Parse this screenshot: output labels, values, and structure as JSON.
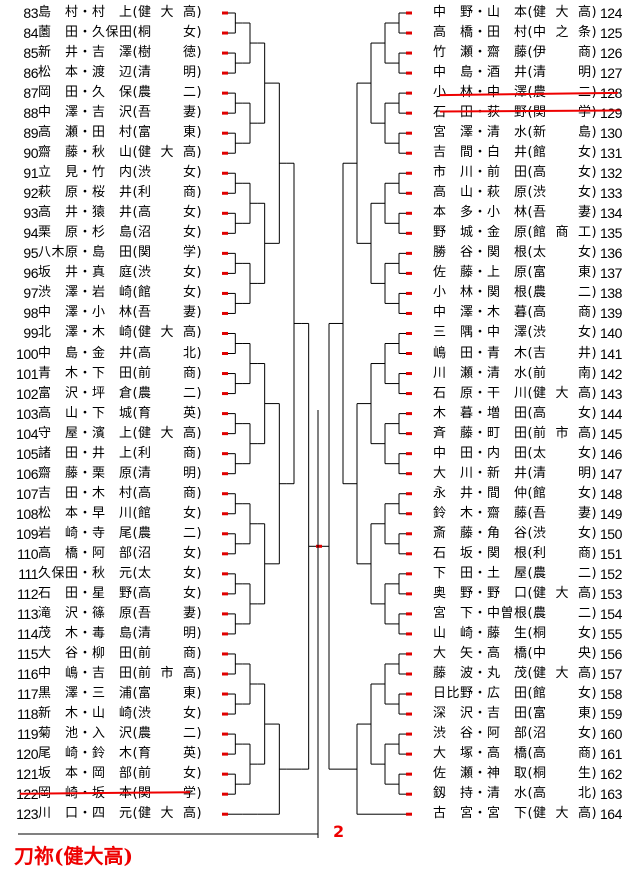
{
  "left_entries": [
    {
      "no": "83",
      "a": "島村",
      "b": "村上",
      "school": "健大高"
    },
    {
      "no": "84",
      "a": "薗田",
      "b": "久保田",
      "school": "桐女"
    },
    {
      "no": "85",
      "a": "新井",
      "b": "吉澤",
      "school": "樹徳"
    },
    {
      "no": "86",
      "a": "松本",
      "b": "渡辺",
      "school": "清明"
    },
    {
      "no": "87",
      "a": "岡田",
      "b": "久保",
      "school": "農二"
    },
    {
      "no": "88",
      "a": "中澤",
      "b": "吉沢",
      "school": "吾妻"
    },
    {
      "no": "89",
      "a": "高瀬",
      "b": "田村",
      "school": "富東"
    },
    {
      "no": "90",
      "a": "齋藤",
      "b": "秋山",
      "school": "健大高"
    },
    {
      "no": "91",
      "a": "立見",
      "b": "竹内",
      "school": "渋女"
    },
    {
      "no": "92",
      "a": "萩原",
      "b": "桜井",
      "school": "利商"
    },
    {
      "no": "93",
      "a": "高井",
      "b": "猿井",
      "school": "高女"
    },
    {
      "no": "94",
      "a": "栗原",
      "b": "杉島",
      "school": "沼女"
    },
    {
      "no": "95",
      "a": "八木原",
      "b": "島田",
      "school": "関学"
    },
    {
      "no": "96",
      "a": "坂井",
      "b": "真庭",
      "school": "渋女"
    },
    {
      "no": "97",
      "a": "渋澤",
      "b": "岩崎",
      "school": "館女"
    },
    {
      "no": "98",
      "a": "中澤",
      "b": "小林",
      "school": "吾妻"
    },
    {
      "no": "99",
      "a": "北澤",
      "b": "木崎",
      "school": "健大高"
    },
    {
      "no": "100",
      "a": "中島",
      "b": "金井",
      "school": "高北"
    },
    {
      "no": "101",
      "a": "青木",
      "b": "下田",
      "school": "前商"
    },
    {
      "no": "102",
      "a": "富沢",
      "b": "坪倉",
      "school": "農二"
    },
    {
      "no": "103",
      "a": "高山",
      "b": "下城",
      "school": "育英"
    },
    {
      "no": "104",
      "a": "守屋",
      "b": "濱上",
      "school": "健大高"
    },
    {
      "no": "105",
      "a": "諸田",
      "b": "井上",
      "school": "利商"
    },
    {
      "no": "106",
      "a": "齋藤",
      "b": "栗原",
      "school": "清明"
    },
    {
      "no": "107",
      "a": "吉田",
      "b": "木村",
      "school": "高商"
    },
    {
      "no": "108",
      "a": "松本",
      "b": "早川",
      "school": "館女"
    },
    {
      "no": "109",
      "a": "岩崎",
      "b": "寺尾",
      "school": "農二"
    },
    {
      "no": "110",
      "a": "高橋",
      "b": "阿部",
      "school": "沼女"
    },
    {
      "no": "111",
      "a": "久保田",
      "b": "秋元",
      "school": "太女"
    },
    {
      "no": "112",
      "a": "石田",
      "b": "星野",
      "school": "高女"
    },
    {
      "no": "113",
      "a": "滝沢",
      "b": "篠原",
      "school": "吾妻"
    },
    {
      "no": "114",
      "a": "茂木",
      "b": "毒島",
      "school": "清明"
    },
    {
      "no": "115",
      "a": "大谷",
      "b": "柳田",
      "school": "前商"
    },
    {
      "no": "116",
      "a": "中嶋",
      "b": "吉田",
      "school": "前市高"
    },
    {
      "no": "117",
      "a": "黒澤",
      "b": "三浦",
      "school": "富東"
    },
    {
      "no": "118",
      "a": "新木",
      "b": "山崎",
      "school": "渋女"
    },
    {
      "no": "119",
      "a": "菊池",
      "b": "入沢",
      "school": "農二"
    },
    {
      "no": "120",
      "a": "尾崎",
      "b": "鈴木",
      "school": "育英"
    },
    {
      "no": "121",
      "a": "坂本",
      "b": "岡部",
      "school": "前女"
    },
    {
      "no": "122",
      "a": "岡崎",
      "b": "坂本",
      "school": "関学"
    },
    {
      "no": "123",
      "a": "川口",
      "b": "四元",
      "school": "健大高"
    }
  ],
  "right_entries": [
    {
      "no": "124",
      "a": "中野",
      "b": "山本",
      "school": "健大高"
    },
    {
      "no": "125",
      "a": "高橋",
      "b": "田村",
      "school": "中之条"
    },
    {
      "no": "126",
      "a": "竹瀬",
      "b": "齋藤",
      "school": "伊商"
    },
    {
      "no": "127",
      "a": "中島",
      "b": "酒井",
      "school": "清明"
    },
    {
      "no": "128",
      "a": "小林",
      "b": "中澤",
      "school": "農二"
    },
    {
      "no": "129",
      "a": "石田",
      "b": "荻野",
      "school": "関学"
    },
    {
      "no": "130",
      "a": "宮澤",
      "b": "清水",
      "school": "新島"
    },
    {
      "no": "131",
      "a": "吉間",
      "b": "白井",
      "school": "館女"
    },
    {
      "no": "132",
      "a": "市川",
      "b": "前田",
      "school": "高女"
    },
    {
      "no": "133",
      "a": "高山",
      "b": "萩原",
      "school": "渋女"
    },
    {
      "no": "134",
      "a": "本多",
      "b": "小林",
      "school": "吾妻"
    },
    {
      "no": "135",
      "a": "野城",
      "b": "金原",
      "school": "館商工"
    },
    {
      "no": "136",
      "a": "勝谷",
      "b": "関根",
      "school": "太女"
    },
    {
      "no": "137",
      "a": "佐藤",
      "b": "上原",
      "school": "富東"
    },
    {
      "no": "138",
      "a": "小林",
      "b": "関根",
      "school": "農二"
    },
    {
      "no": "139",
      "a": "中澤",
      "b": "木暮",
      "school": "高商"
    },
    {
      "no": "140",
      "a": "三隅",
      "b": "中澤",
      "school": "渋女"
    },
    {
      "no": "141",
      "a": "嶋田",
      "b": "青木",
      "school": "吉井"
    },
    {
      "no": "142",
      "a": "川瀬",
      "b": "清水",
      "school": "前南"
    },
    {
      "no": "143",
      "a": "石原",
      "b": "干川",
      "school": "健大高"
    },
    {
      "no": "144",
      "a": "木暮",
      "b": "増田",
      "school": "高女"
    },
    {
      "no": "145",
      "a": "斉藤",
      "b": "町田",
      "school": "前市高"
    },
    {
      "no": "146",
      "a": "中田",
      "b": "内田",
      "school": "太女"
    },
    {
      "no": "147",
      "a": "大川",
      "b": "新井",
      "school": "清明"
    },
    {
      "no": "148",
      "a": "永井",
      "b": "間仲",
      "school": "館女"
    },
    {
      "no": "149",
      "a": "鈴木",
      "b": "齋藤",
      "school": "吾妻"
    },
    {
      "no": "150",
      "a": "斎藤",
      "b": "角谷",
      "school": "渋女"
    },
    {
      "no": "151",
      "a": "石坂",
      "b": "関根",
      "school": "利商"
    },
    {
      "no": "152",
      "a": "下田",
      "b": "土屋",
      "school": "農二"
    },
    {
      "no": "153",
      "a": "奥野",
      "b": "野口",
      "school": "健大高"
    },
    {
      "no": "154",
      "a": "宮下",
      "b": "中曽根",
      "school": "農二"
    },
    {
      "no": "155",
      "a": "山崎",
      "b": "藤生",
      "school": "桐女"
    },
    {
      "no": "156",
      "a": "大矢",
      "b": "高橋",
      "school": "中央"
    },
    {
      "no": "157",
      "a": "藤波",
      "b": "丸茂",
      "school": "健大高"
    },
    {
      "no": "158",
      "a": "日比野",
      "b": "広田",
      "school": "館女"
    },
    {
      "no": "159",
      "a": "深沢",
      "b": "吉田",
      "school": "富東"
    },
    {
      "no": "160",
      "a": "渋谷",
      "b": "阿部",
      "school": "沼女"
    },
    {
      "no": "161",
      "a": "大塚",
      "b": "高橋",
      "school": "高商"
    },
    {
      "no": "162",
      "a": "佐瀬",
      "b": "神取",
      "school": "桐生"
    },
    {
      "no": "163",
      "a": "釼持",
      "b": "清水",
      "school": "高北"
    },
    {
      "no": "164",
      "a": "古宮",
      "b": "宮下",
      "school": "健大高"
    }
  ],
  "punct": {
    "dot": "・",
    "open": "(",
    "close": ")"
  },
  "final_score": "2",
  "champion_note": "刀祢(健大高)",
  "colors": {
    "annotation": "#e00000",
    "line": "#000000"
  }
}
